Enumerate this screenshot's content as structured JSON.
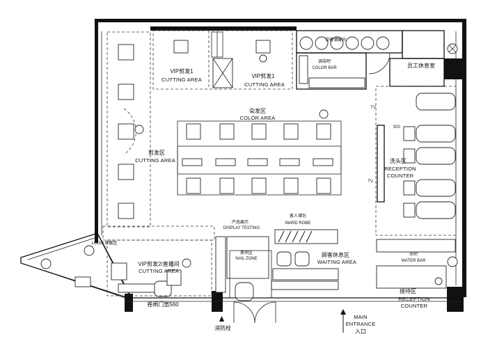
{
  "labels": {
    "vip_cut1_a_cn": "VIP剪发1",
    "vip_cut1_a_en": "CUTTING AREA",
    "vip_cut1_b_cn": "VIP剪发1",
    "vip_cut1_b_en": "CUTTING AREA",
    "equipment_cn": "设备储藏间",
    "colorbar_cn": "调染吧",
    "colorbar_en": "COLOR BAR",
    "staff_rest_cn": "员工休息室",
    "color_area_cn": "染发区",
    "color_area_en": "COLOR AREA",
    "cutting_area_cn": "剪发区",
    "cutting_area_en": "CUTTING AREA",
    "wash_cn": "洗头区",
    "reception_counter_en": "RECEPTION",
    "reception_counter_en2": "COUNTER",
    "display_cn": "产品展示",
    "display_en": "DISPLAY TESTING",
    "wardrobe_cn": "客人储包",
    "wardrobe_en": "WARD ROBE",
    "nail_cn": "美甲区",
    "nail_en": "NAIL ZONE",
    "waiting_cn": "顾客休息区",
    "waiting_en": "WAITING AREA",
    "logo_cn": "LOGO 旗靓区",
    "vip2_cn": "VIP剪发2/直播间",
    "vip2_en": "CUTTING AREA",
    "water_bar_cn": "水吧",
    "water_bar_en": "WATER BAR",
    "reception2_cn": "接待区",
    "reception2_en": "RECEPTION",
    "reception2_en2": "COUNTER",
    "rolling_door": "卷闸门宽560",
    "hydrant": "消防栓",
    "main_entrance_en": "MAIN",
    "main_entrance_en2": "ENTRANCE",
    "main_entrance_cn": "入口",
    "dim_920": "920",
    "tv_a": "TV",
    "tv_b": "TV"
  }
}
